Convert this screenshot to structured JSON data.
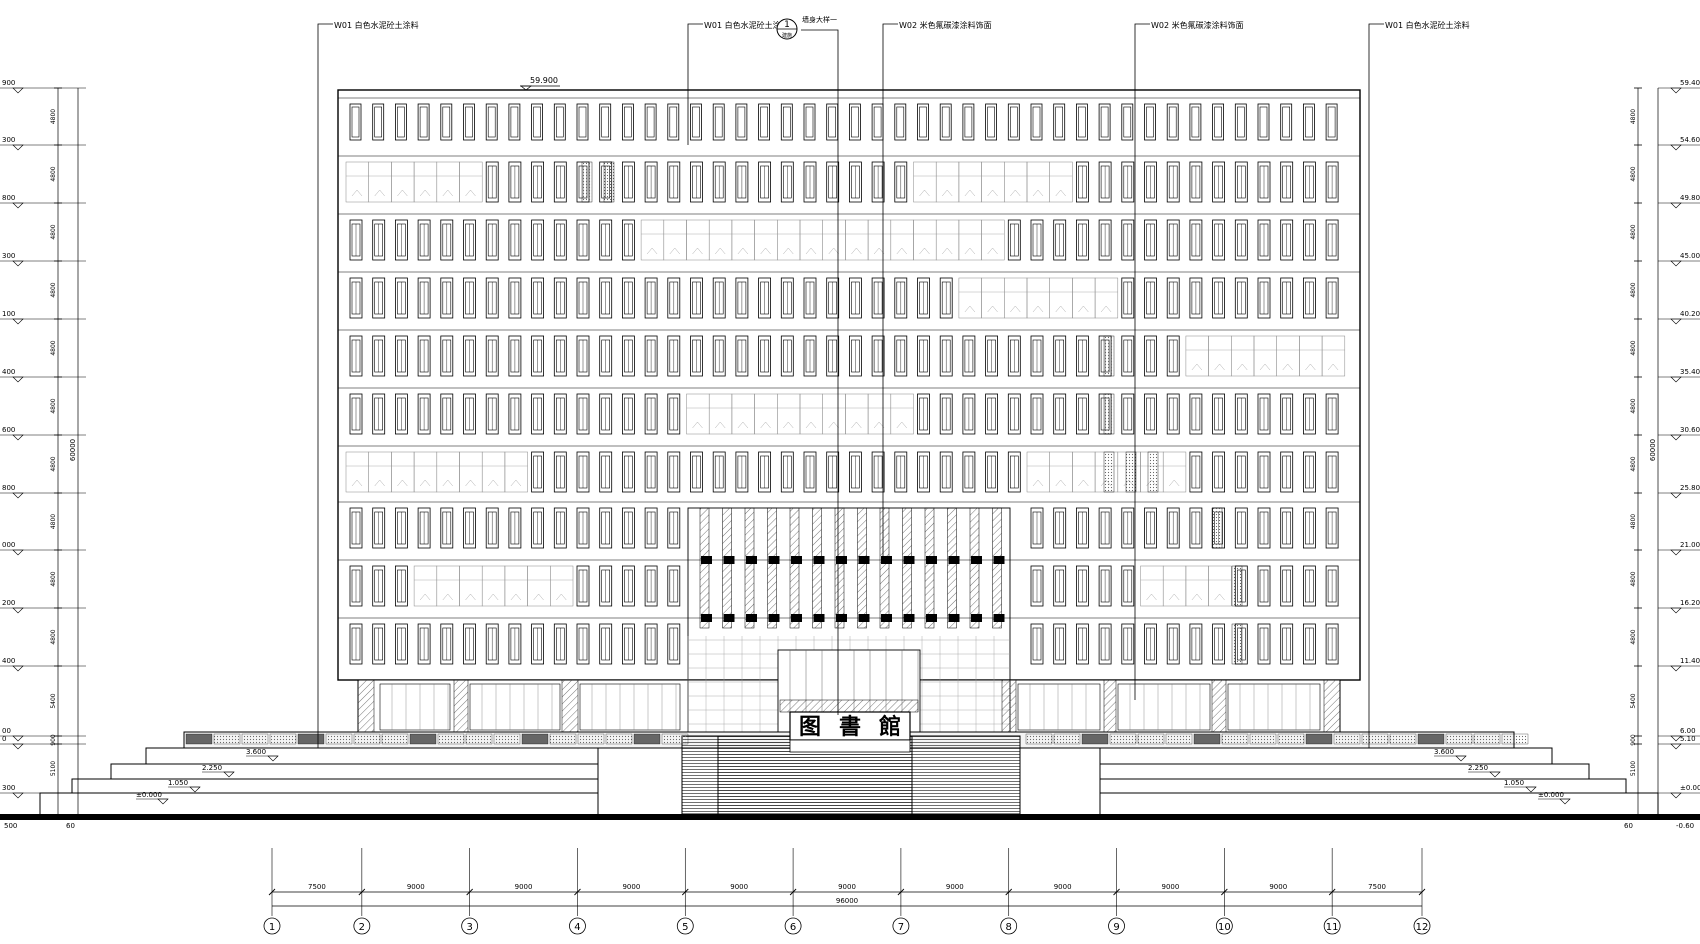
{
  "callouts": [
    {
      "label": "W01 白色水泥砼土涂料"
    },
    {
      "label": "W01 白色水泥砼土涂料"
    },
    {
      "label": "W02 米色氟碳漆涂料饰面"
    },
    {
      "label": "W02 米色氟碳漆涂料饰面"
    },
    {
      "label": "W01 白色水泥砼土涂料"
    }
  ],
  "detail_tag": {
    "number": "1",
    "sheet": "建施",
    "label": "墙身大样一"
  },
  "roof_elevation": "59.900",
  "left_levels": [
    "900",
    "300",
    "800",
    "300",
    "100",
    "400",
    "600",
    "800",
    "000",
    "200",
    "400",
    "00",
    "0",
    "300"
  ],
  "right_levels": [
    "59.40",
    "54.60",
    "49.80",
    "45.00",
    "40.20",
    "35.40",
    "30.60",
    "25.80",
    "21.00",
    "16.20",
    "11.40",
    "6.00",
    "5.10",
    "±0.00"
  ],
  "floor_heights": [
    "4800",
    "4800",
    "4800",
    "4800",
    "4800",
    "4800",
    "4800",
    "4800",
    "4800",
    "4800",
    "5400",
    "900",
    "5100"
  ],
  "total_height": "60000",
  "plinth_levels_left": [
    "3.600",
    "2.250",
    "1.050",
    "±0.000"
  ],
  "plinth_levels_right": [
    "3.600",
    "2.250",
    "1.050",
    "±0.000"
  ],
  "ground_left": "500",
  "ground_right": "-0.60",
  "ground_small_left": "60",
  "ground_small_right": "60",
  "sign_text": [
    "图",
    "書",
    "館"
  ],
  "axis": {
    "spacings": [
      "7500",
      "9000",
      "9000",
      "9000",
      "9000",
      "9000",
      "9000",
      "9000",
      "9000",
      "9000",
      "7500"
    ],
    "total": "96000",
    "labels": [
      "1",
      "2",
      "3",
      "4",
      "5",
      "6",
      "7",
      "8",
      "9",
      "10",
      "11",
      "12"
    ]
  }
}
